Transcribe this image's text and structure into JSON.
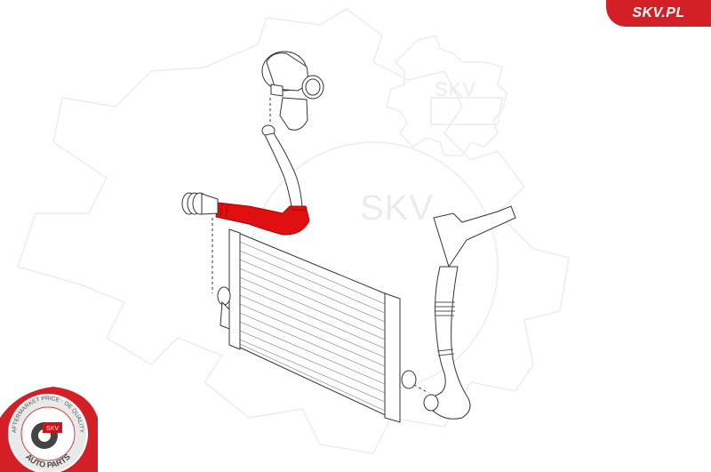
{
  "brand": {
    "site_label": "SKV.PL",
    "accent_color": "#d51f26"
  },
  "badge": {
    "top_arc_text": "AFTERMARKET PRICE · OE QUALITY",
    "center_text": "SKV",
    "bottom_arc_text": "AUTO PARTS"
  },
  "watermarks": {
    "gear_text_top": "SKV",
    "center_text": "SKV"
  },
  "diagram": {
    "highlight_color": "#e01010",
    "components": [
      {
        "name": "turbocharger",
        "highlighted": false
      },
      {
        "name": "turbo-to-intercooler-pipe",
        "highlighted": false
      },
      {
        "name": "charge-air-hose",
        "highlighted": true
      },
      {
        "name": "intercooler",
        "highlighted": false
      },
      {
        "name": "intercooler-outlet-pipe",
        "highlighted": false
      }
    ]
  }
}
